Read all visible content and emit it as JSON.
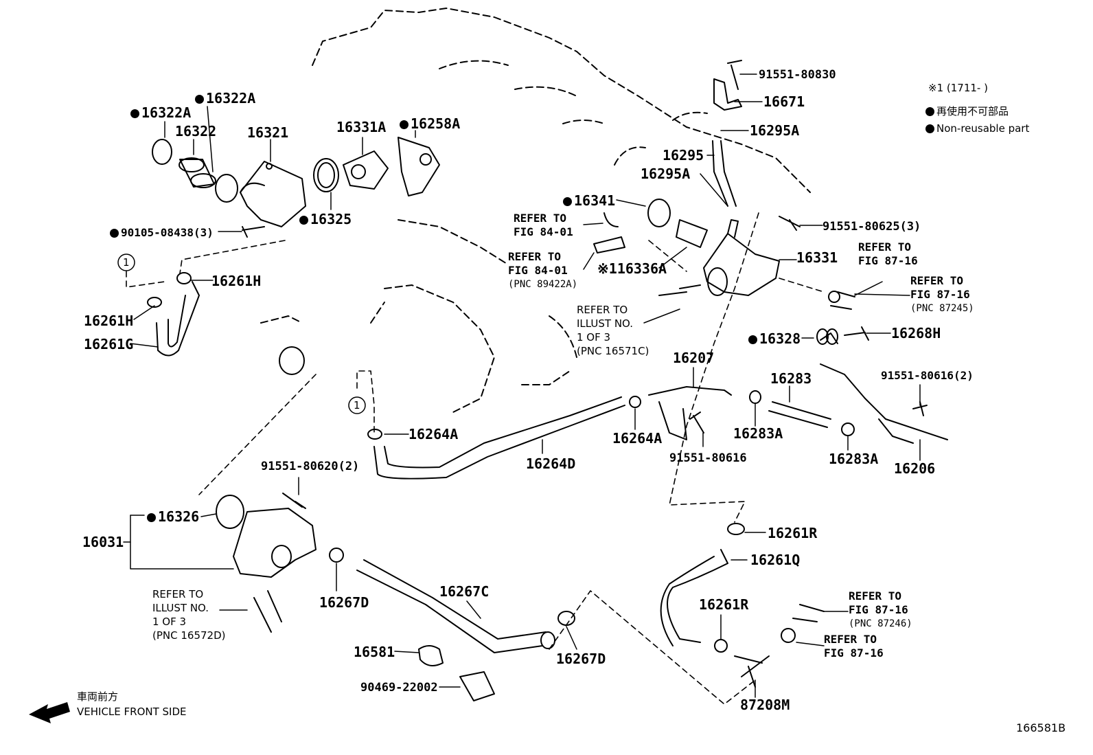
{
  "legend": {
    "range": "※1 (1711-       )",
    "non_reusable_ja": "再使用不可部品",
    "non_reusable_en": "Non-reusable part"
  },
  "direction": {
    "ja": "車両前方",
    "en": "VEHICLE FRONT SIDE"
  },
  "figure_id": "166581B",
  "circle_marker": "1",
  "parts": {
    "p91551_80830": "91551-80830",
    "p16671": "16671",
    "p16295A_top": "16295A",
    "p16295": "16295",
    "p16295A_mid": "16295A",
    "p16322A_a": "16322A",
    "p16322A_b": "16322A",
    "p16322": "16322",
    "p16321": "16321",
    "p16331A": "16331A",
    "p16258A": "16258A",
    "p16325": "16325",
    "p90105_08438": "90105-08438(3)",
    "p16341": "16341",
    "p91551_80625": "91551-80625(3)",
    "p16331": "16331",
    "p16336A": "16336A",
    "p16261H_a": "16261H",
    "p16261H_b": "16261H",
    "p16261G": "16261G",
    "p16328": "16328",
    "p16268H": "16268H",
    "p16207": "16207",
    "p16283": "16283",
    "p91551_80616_2": "91551-80616(2)",
    "p16264A_a": "16264A",
    "p16264A_b": "16264A",
    "p16264D": "16264D",
    "p91551_80616": "91551-80616",
    "p16283A_a": "16283A",
    "p16283A_b": "16283A",
    "p16206": "16206",
    "p91551_80620": "91551-80620(2)",
    "p16326": "16326",
    "p16031": "16031",
    "p16261R_a": "16261R",
    "p16261Q": "16261Q",
    "p16261R_b": "16261R",
    "p16267D_a": "16267D",
    "p16267C": "16267C",
    "p16581": "16581",
    "p16267D_b": "16267D",
    "p90469_22002": "90469-22002",
    "p87208M": "87208M"
  },
  "refs": {
    "fig8401_a": [
      "REFER TO",
      "FIG 84-01"
    ],
    "fig8401_b": [
      "REFER TO",
      "FIG 84-01",
      "(PNC 89422A)"
    ],
    "fig8716_a": [
      "REFER TO",
      "FIG 87-16"
    ],
    "fig8716_b": [
      "REFER TO",
      "FIG 87-16",
      "(PNC 87245)"
    ],
    "illust_a": [
      "REFER TO",
      "ILLUST NO.",
      "1 OF 3",
      "(PNC 16571C)"
    ],
    "illust_b": [
      "REFER TO",
      "ILLUST NO.",
      "1 OF 3",
      "(PNC 16572D)"
    ],
    "fig8716_c": [
      "REFER TO",
      "FIG 87-16",
      "(PNC 87246)"
    ],
    "fig8716_d": [
      "REFER TO",
      "FIG 87-16"
    ]
  },
  "mark_16336A": "※1"
}
